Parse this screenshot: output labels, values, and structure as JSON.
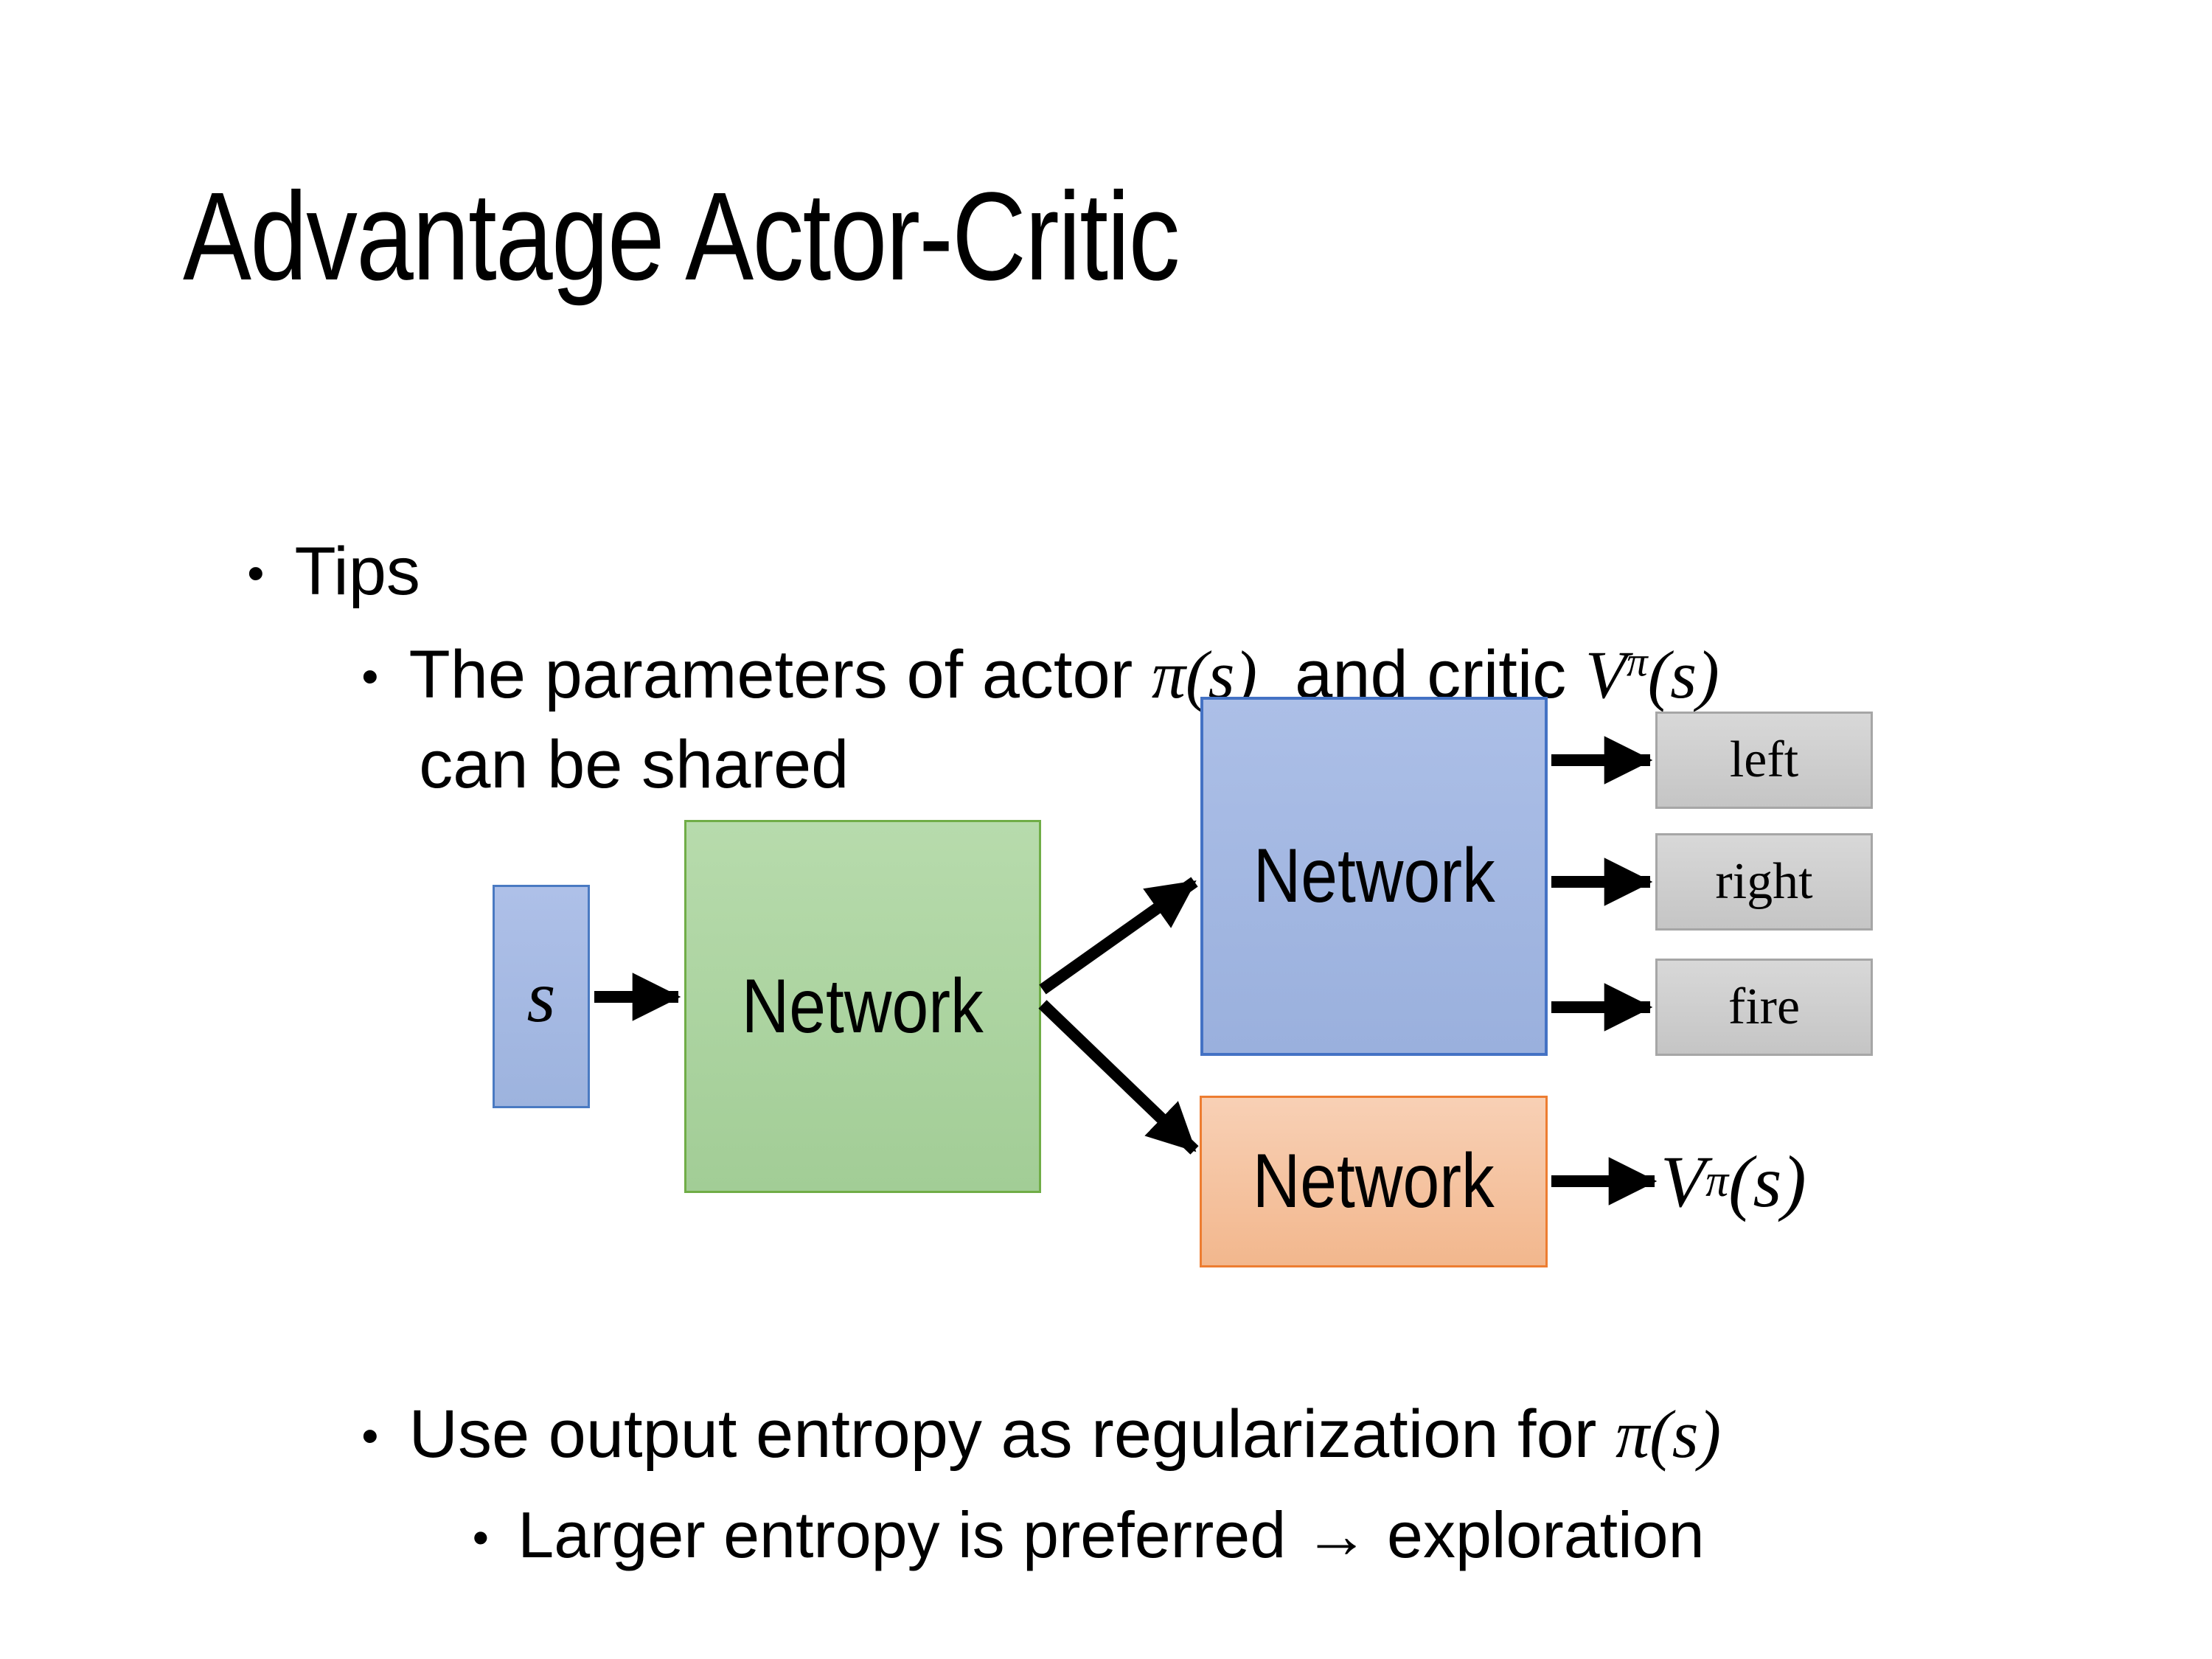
{
  "slide": {
    "title": "Advantage Actor-Critic",
    "bullet_glyph": "•",
    "bullets": {
      "tips": "Tips",
      "shared": {
        "pre": "The parameters of actor ",
        "actor_pi": "π(s)",
        "mid": "  and critic ",
        "critic_v": "V",
        "critic_sup": "π",
        "critic_args": "(s)",
        "line2": "can be shared"
      },
      "entropy": {
        "pre": "Use output entropy as regularization for ",
        "pi": "π(s)"
      },
      "exploration": "Larger entropy is preferred → exploration"
    },
    "diagram": {
      "input": "s",
      "shared_network": "Network",
      "actor_network": "Network",
      "critic_network": "Network",
      "actions": [
        "left",
        "right",
        "fire"
      ],
      "value": {
        "v": "V",
        "sup": "π",
        "args": "(s)"
      },
      "colors": {
        "green_fill": "#aed2a2",
        "green_border": "#70ad47",
        "blue_fill": "#a3b6e1",
        "blue_border": "#4472c4",
        "orange_fill": "#f6c4a0",
        "orange_border": "#ed7d31",
        "gray_fill": "#cecece",
        "gray_border": "#a6a6a6",
        "arrow": "#000000",
        "text": "#000000"
      }
    }
  }
}
